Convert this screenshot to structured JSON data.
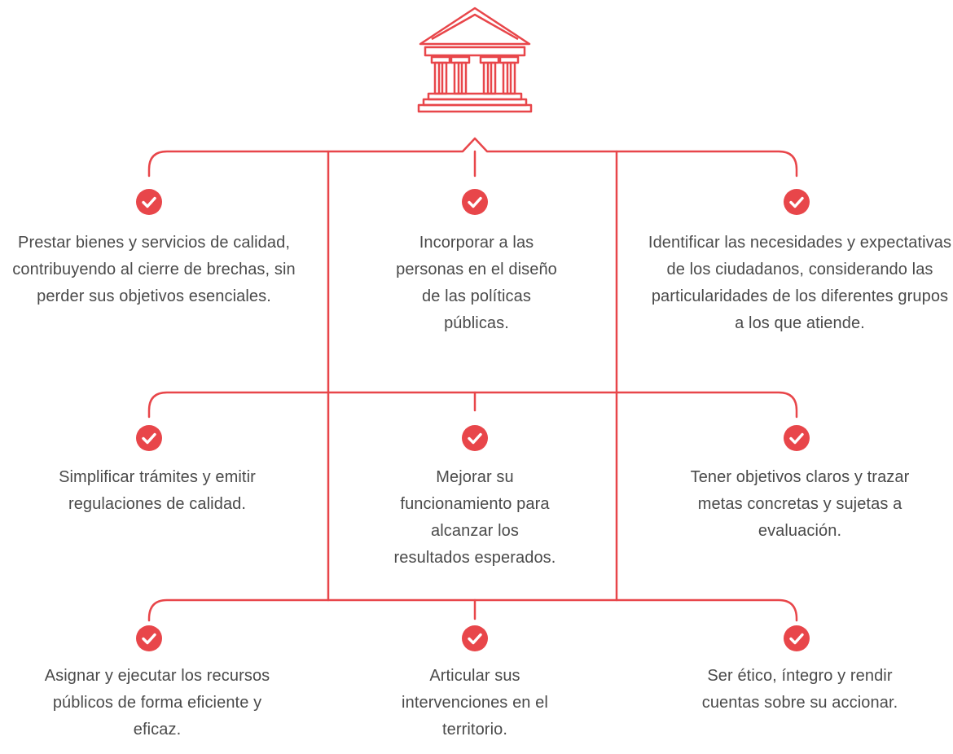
{
  "colors": {
    "accent": "#e8464a",
    "text": "#4a4a4a",
    "background": "#ffffff"
  },
  "header_icon": "government-building-icon",
  "item_icon": "check-circle-icon",
  "items": [
    {
      "text": "Prestar bienes y servicios de calidad, contribuyendo al cierre de brechas, sin perder sus objetivos esenciales."
    },
    {
      "text": "Incorporar a las personas en el diseño de las políticas públicas."
    },
    {
      "text": "Identificar las necesidades y expectativas de los ciudadanos, considerando las particularidades de los diferentes grupos a los que atiende."
    },
    {
      "text": "Simplificar trámites y emitir regulaciones de calidad."
    },
    {
      "text": "Mejorar su funcionamiento para alcanzar los resultados esperados."
    },
    {
      "text": "Tener objetivos claros y trazar metas concretas y sujetas a evaluación."
    },
    {
      "text": "Asignar y ejecutar los recursos públicos de forma eficiente y eficaz."
    },
    {
      "text": "Articular sus intervenciones en el territorio."
    },
    {
      "text": "Ser ético, íntegro y rendir cuentas sobre su accionar."
    }
  ]
}
